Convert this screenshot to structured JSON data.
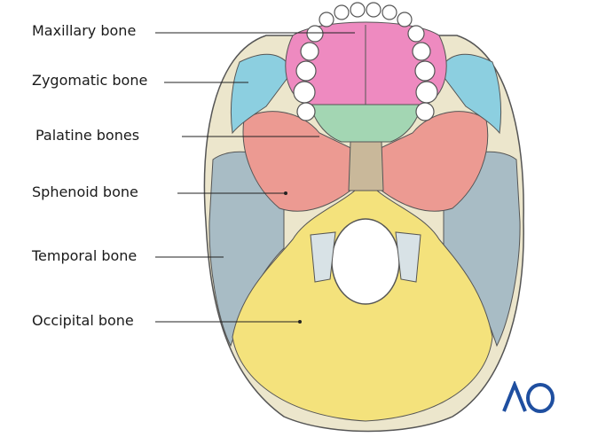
{
  "labels": {
    "maxillary": "Maxillary bone",
    "zygomatic": "Zygomatic bone",
    "palatine": "Palatine bones",
    "sphenoid": "Sphenoid bone",
    "temporal": "Temporal bone",
    "occipital": "Occipital bone"
  },
  "logo": "AO",
  "colors": {
    "occipital": "#f4e27c",
    "temporal": "#a8bcc5",
    "sphenoid": "#ec9a92",
    "palatine": "#a3d6b3",
    "maxillary": "#ee8ac0",
    "zygomatic": "#8ccfe0",
    "skull_outline": "#e8e2c8",
    "logo": "#1f4fa0"
  }
}
